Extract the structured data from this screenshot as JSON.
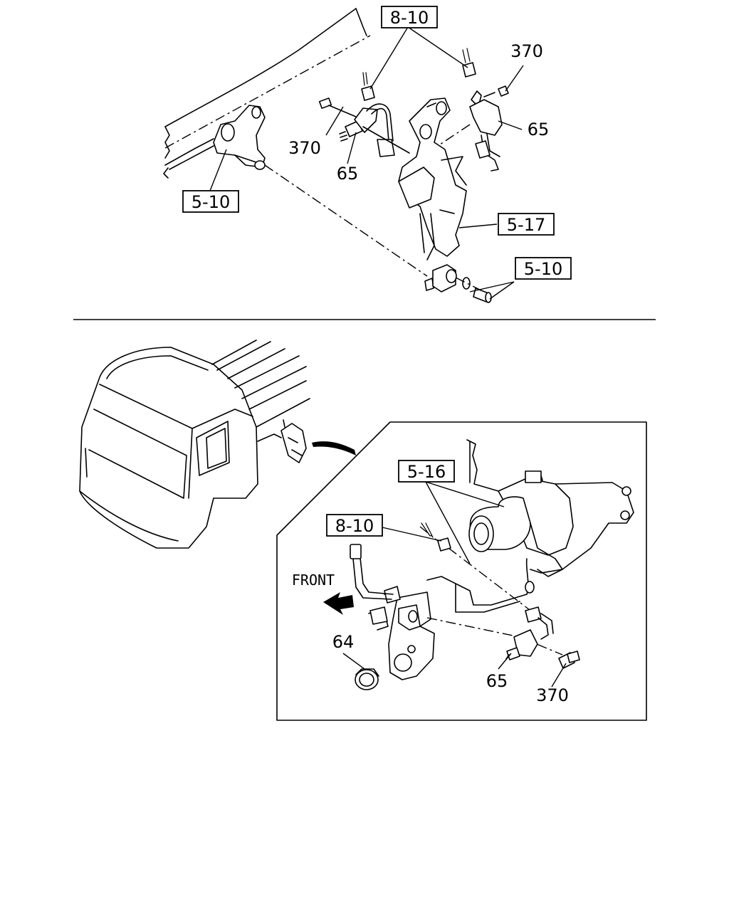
{
  "top_view": {
    "callouts": {
      "ref_8_10": "8-10",
      "ref_5_10_left": "5-10",
      "ref_5_17": "5-17",
      "ref_5_10_right": "5-10"
    },
    "part_numbers": {
      "p370_top_right": "370",
      "p65_top_right": "65",
      "p370_top_left": "370",
      "p65_top_left": "65"
    }
  },
  "detail_view": {
    "callouts": {
      "ref_5_16": "5-16",
      "ref_8_10": "8-10"
    },
    "direction_label": "FRONT",
    "part_numbers": {
      "p64": "64",
      "p65": "65",
      "p370": "370"
    }
  }
}
